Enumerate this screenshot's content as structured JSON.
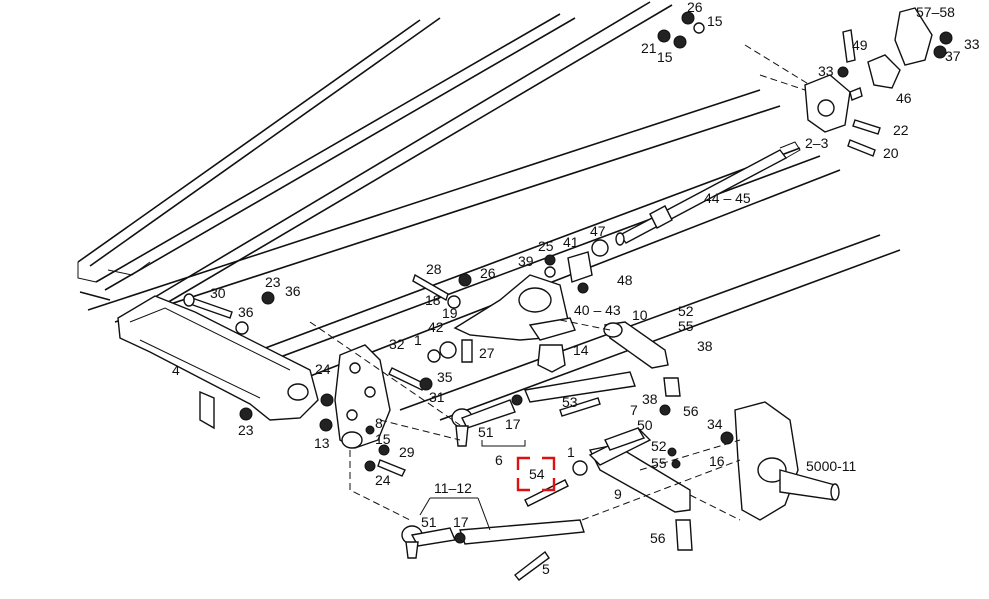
{
  "labels": {
    "l26": "26",
    "l15a": "15",
    "l21": "21",
    "l15b": "15",
    "l57_58": "57–58",
    "l33a": "33",
    "l37": "37",
    "l49": "49",
    "l33b": "33",
    "l46": "46",
    "l22": "22",
    "l2_3": "2–3",
    "l20": "20",
    "l44_45": "44 – 45",
    "l47": "47",
    "l41": "41",
    "l25": "25",
    "l39": "39",
    "l48": "48",
    "l28": "28",
    "l26b": "26",
    "l18": "18",
    "l19": "19",
    "l40_43": "40 – 43",
    "l10": "10",
    "l52a": "52",
    "l55a": "55",
    "l38a": "38",
    "l30": "30",
    "l23a": "23",
    "l36a": "36",
    "l36b": "36",
    "l32": "32",
    "l1a": "1",
    "l42": "42",
    "l27": "27",
    "l14": "14",
    "l35": "35",
    "l4": "4",
    "l24a": "24",
    "l31": "31",
    "l53": "53",
    "l7": "7",
    "l38b": "38",
    "l56a": "56",
    "l34": "34",
    "l23b": "23",
    "l8": "8",
    "l51a": "51",
    "l17a": "17",
    "l13": "13",
    "l15c": "15",
    "l29": "29",
    "l6": "6",
    "l54": "54",
    "l1b": "1",
    "l50": "50",
    "l52b": "52",
    "l55b": "55",
    "l16": "16",
    "l5000_11": "5000-11",
    "l24b": "24",
    "l9": "9",
    "l11_12": "11–12",
    "l51b": "51",
    "l17b": "17",
    "l56b": "56",
    "l5": "5"
  },
  "colors": {
    "highlight": "#dd1111",
    "ink": "#111111",
    "background": "#ffffff"
  }
}
